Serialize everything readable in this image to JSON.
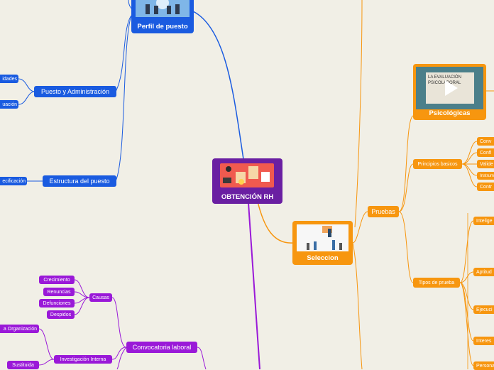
{
  "central": {
    "label": "OBTENCIÓN RH"
  },
  "branches": {
    "perfil": {
      "label": "Perfil de puesto",
      "children": [
        {
          "label": "Puesto y Administración",
          "children": [
            "idades",
            "uación"
          ]
        },
        {
          "label": "Estructura del puesto",
          "children": [
            "ecificación"
          ]
        }
      ]
    },
    "seleccion": {
      "label": "Seleccion",
      "pruebas": {
        "label": "Pruebas",
        "psicologicas": {
          "label": "Psicológicas",
          "video_title": "LA EVALUACIÓN PSICOLABORAL"
        },
        "principios": {
          "label": "Principios basicos",
          "items": [
            "Conv",
            "Confi",
            "Valide",
            "Instrum",
            "Contr"
          ]
        },
        "tipos": {
          "label": "Tipos de prueba",
          "items": [
            "Intelige",
            "Aptitud",
            "Ejecuci",
            "Interes",
            "Persona"
          ]
        }
      }
    },
    "convocatoria": {
      "label": "Convocatoria laboral",
      "causas": {
        "label": "Causas",
        "items": [
          "Crecimiento",
          "Renuncias",
          "Defunciones",
          "Despidos"
        ]
      },
      "investigacion": {
        "label": "Investigación Interna",
        "items": [
          "a Organización",
          "Sustituida"
        ]
      }
    }
  },
  "colors": {
    "blue": "#1a5be0",
    "orange": "#f7960f",
    "purple": "#9a19d8",
    "background": "#f1efe6"
  }
}
